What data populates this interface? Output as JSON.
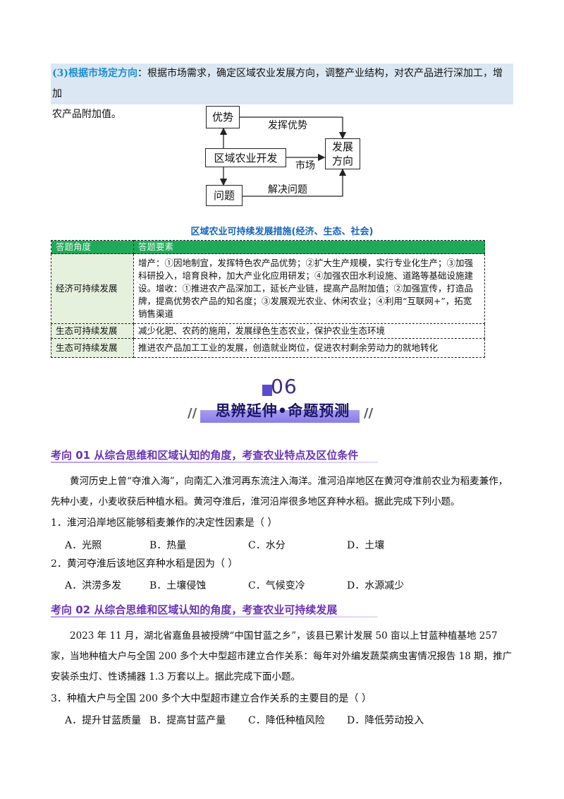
{
  "intro": {
    "lead": "(3)根据市场定方向",
    "rest_line1": "：根据市场需求，确定区域农业发展方向，调整产业结构，对农产品进行深加工，增加",
    "rest_line2": "农产品附加值。"
  },
  "diagram": {
    "box_youshi": "优势",
    "box_center": "区域农业开发",
    "box_wenti": "问题",
    "box_dir_1": "发展",
    "box_dir_2": "方向",
    "label_top": "发挥优势",
    "label_mid": "市场",
    "label_bottom": "解决问题"
  },
  "table": {
    "caption": "区域农业可持续发展措施(经济、生态、社会)",
    "headers": [
      "答题角度",
      "答题要素"
    ],
    "rows": [
      {
        "angle": "经济可持续发展",
        "content": "增产：①因地制宜，发挥特色农产品优势；②扩大生产规模，实行专业化生产；③加强科研投入，培育良种，加大产业化应用研发；④加强农田水利设施、道路等基础设施建设。增收：①推进农产品深加工，延长产业链，提高产品附加值；②加强宣传，打造品牌，提高优势农产品的知名度；③发展观光农业、休闲农业；④利用“互联网+”，拓宽销售渠道"
      },
      {
        "angle": "生态可持续发展",
        "content": "减少化肥、农药的施用，发展绿色生态农业，保护农业生态环境"
      },
      {
        "angle": "生态可持续发展",
        "content": "推进农产品加工工业的发展，创造就业岗位，促进农村剩余劳动力的就地转化"
      }
    ]
  },
  "banner": {
    "number": "06",
    "title": "思辨延伸•命题预测",
    "slash": "//"
  },
  "section1": {
    "heading": "考向 01  从综合思维和区域认知的角度，考查农业特点及区位条件",
    "passage": "黄河历史上曾“夺淮入海”，向南汇入淮河再东流注入海洋。淮河沿岸地区在黄河夺淮前农业为稻麦兼作，先种小麦，小麦收获后种植水稻。黄河夺淮后，淮河沿岸很多地区弃种水稻。据此完成下列小题。",
    "questions": [
      {
        "stem": "1．淮河沿岸地区能够稻麦兼作的决定性因素是（    ）",
        "options": [
          "A．光照",
          "B．热量",
          "C．水分",
          "D．土壤"
        ]
      },
      {
        "stem": "2．黄河夺淮后该地区弃种水稻是因为（    ）",
        "options": [
          "A．洪涝多发",
          "B．土壤侵蚀",
          "C．气候变冷",
          "D．水源减少"
        ]
      }
    ]
  },
  "section2": {
    "heading": "考向 02   从综合思维和区域认知的角度，考查农业可持续发展",
    "passage": "2023 年 11 月，湖北省嘉鱼县被授牌“中国甘蓝之乡”，该县已累计发展 50 亩以上甘蓝种植基地 257 家，当地种植大户与全国 200 多个大中型超市建立合作关系：每年对外编发蔬菜病虫害情况报告 18 期，推广安装杀虫灯、性诱捕器 1.3 万套以上。据此完成下面小题。",
    "questions": [
      {
        "stem": "3．种植大户与全国 200 多个大中型超市建立合作关系的主要目的是（    ）",
        "options": [
          "A．提升甘蓝质量",
          "B．提高甘蓝产量",
          "C．降低种植风险",
          "D．降低劳动投入"
        ]
      }
    ]
  }
}
